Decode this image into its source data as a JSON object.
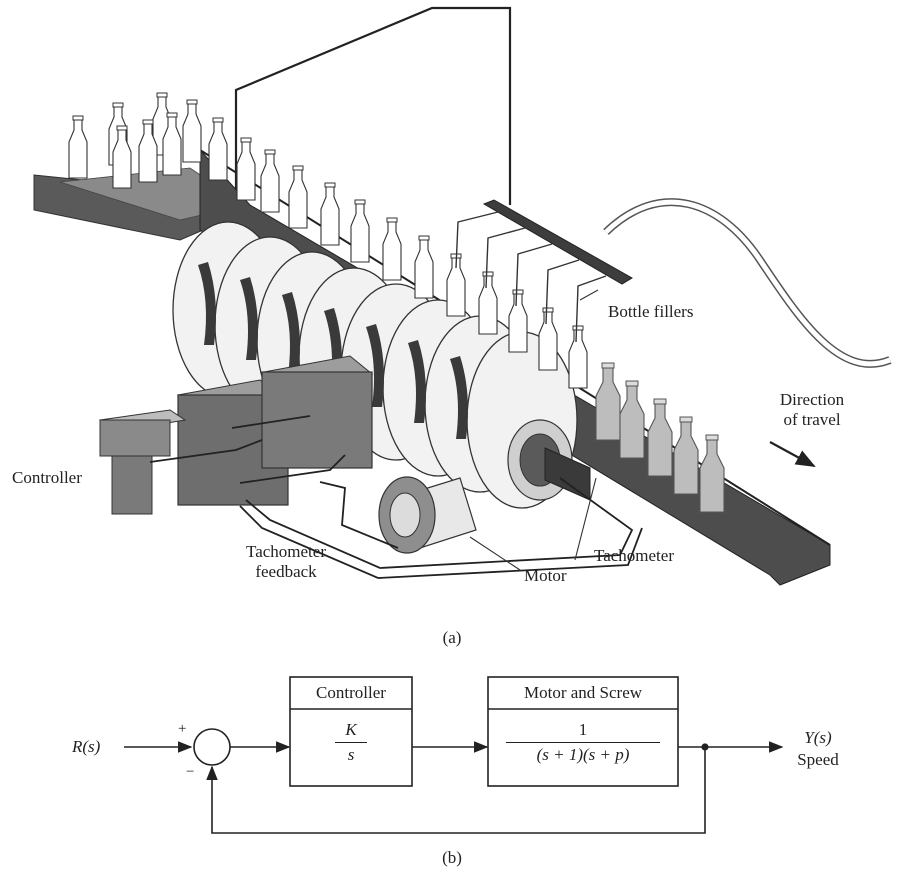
{
  "figure_a": {
    "labels": {
      "bottle_fillers": "Bottle fillers",
      "direction": [
        "Direction",
        "of travel"
      ],
      "controller": "Controller",
      "tachometer_feedback": [
        "Tachometer",
        "feedback"
      ],
      "motor": "Motor",
      "tachometer": "Tachometer"
    },
    "caption": "(a)"
  },
  "figure_b": {
    "input": "R(s)",
    "plus_sign": "+",
    "minus_sign": "−",
    "controller_title": "Controller",
    "controller_tf": {
      "num": "K",
      "den": "s"
    },
    "plant_title": "Motor and Screw",
    "plant_tf": {
      "num": "1",
      "den": "(s + 1)(s + p)"
    },
    "output": "Y(s)",
    "output_label": "Speed",
    "caption": "(b)"
  }
}
